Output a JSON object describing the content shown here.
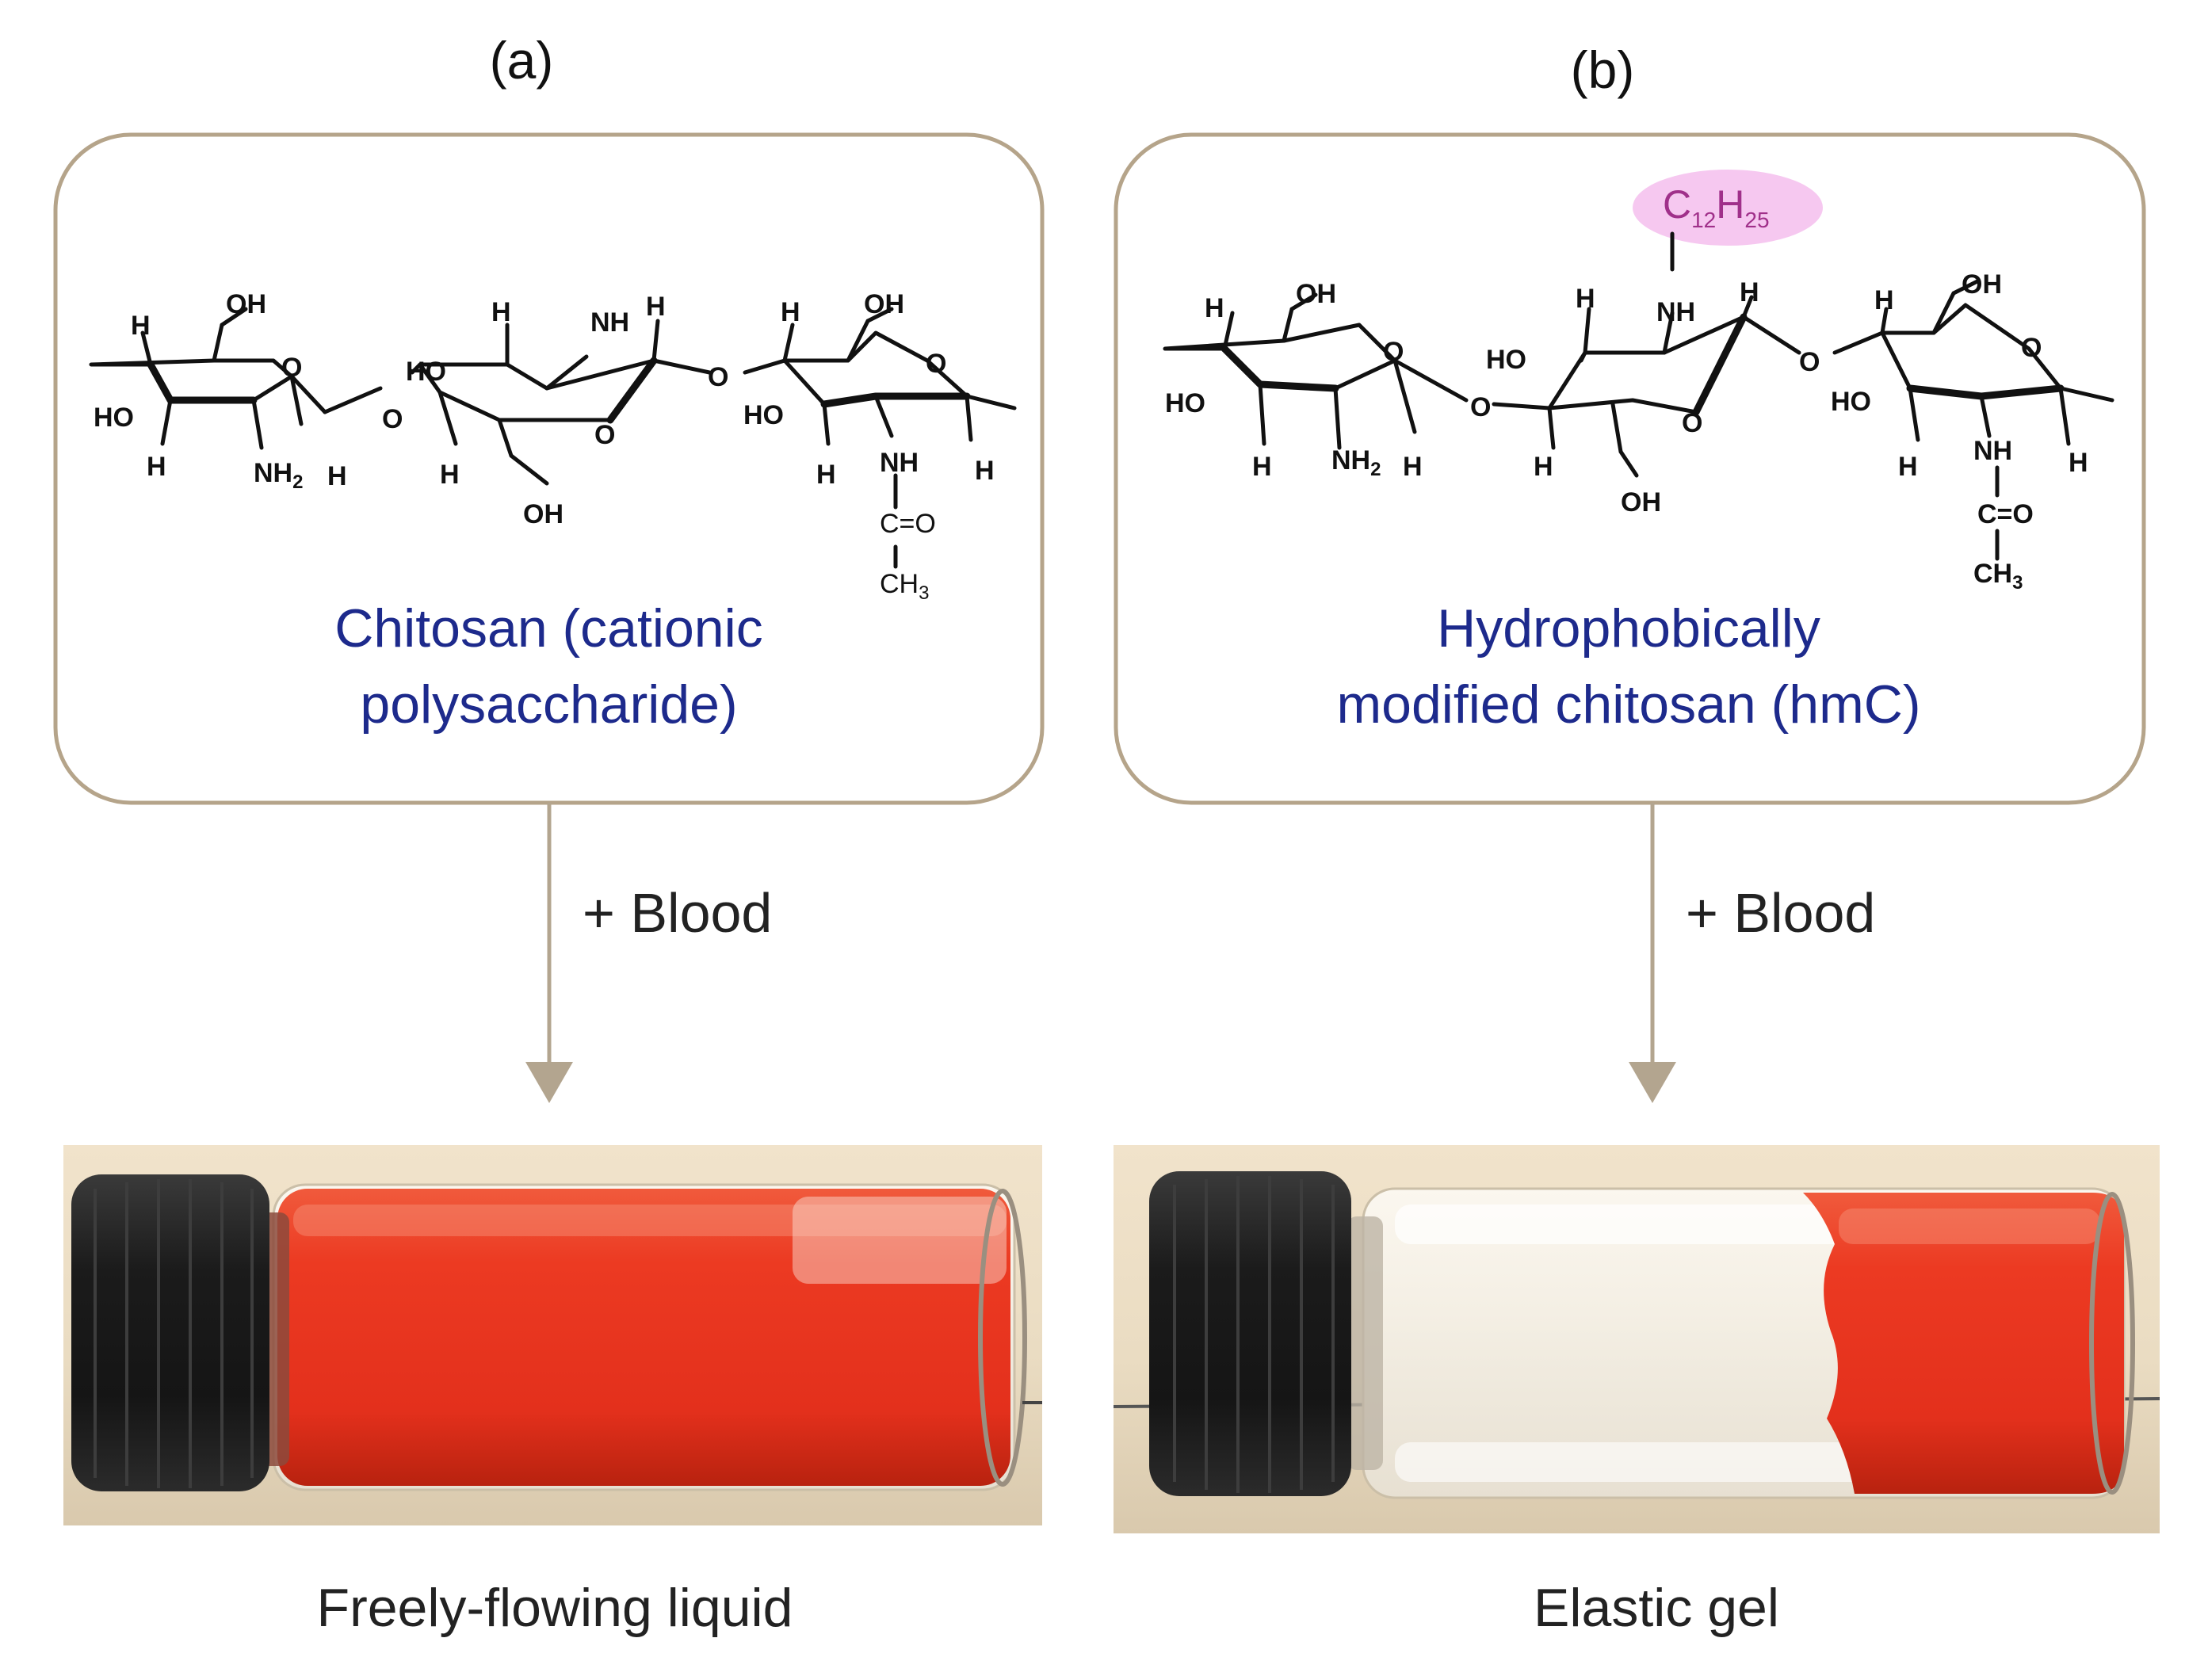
{
  "panels": [
    {
      "label": "(a)",
      "polymer_name_line1": "Chitosan (cationic",
      "polymer_name_line2": "polysaccharide)",
      "step_label": "+ Blood",
      "result_caption": "Freely-flowing liquid",
      "fill_fraction": 1.0
    },
    {
      "label": "(b)",
      "polymer_name_line1": "Hydrophobically",
      "polymer_name_line2": "modified chitosan (hmC)",
      "step_label": "+ Blood",
      "result_caption": "Elastic gel",
      "fill_fraction": 0.33,
      "substituent_group": "C12H25"
    }
  ],
  "colors": {
    "box_border": "#b5a48a",
    "arrow": "#b3a58f",
    "polymer_text": "#1d2a8c",
    "substituent_highlight": "#f6c8f0",
    "substituent_text": "#a0308a",
    "blood_red": "#e8311f",
    "cap_black": "#1b1b1b",
    "photo_bg": "#e9dcc4"
  }
}
